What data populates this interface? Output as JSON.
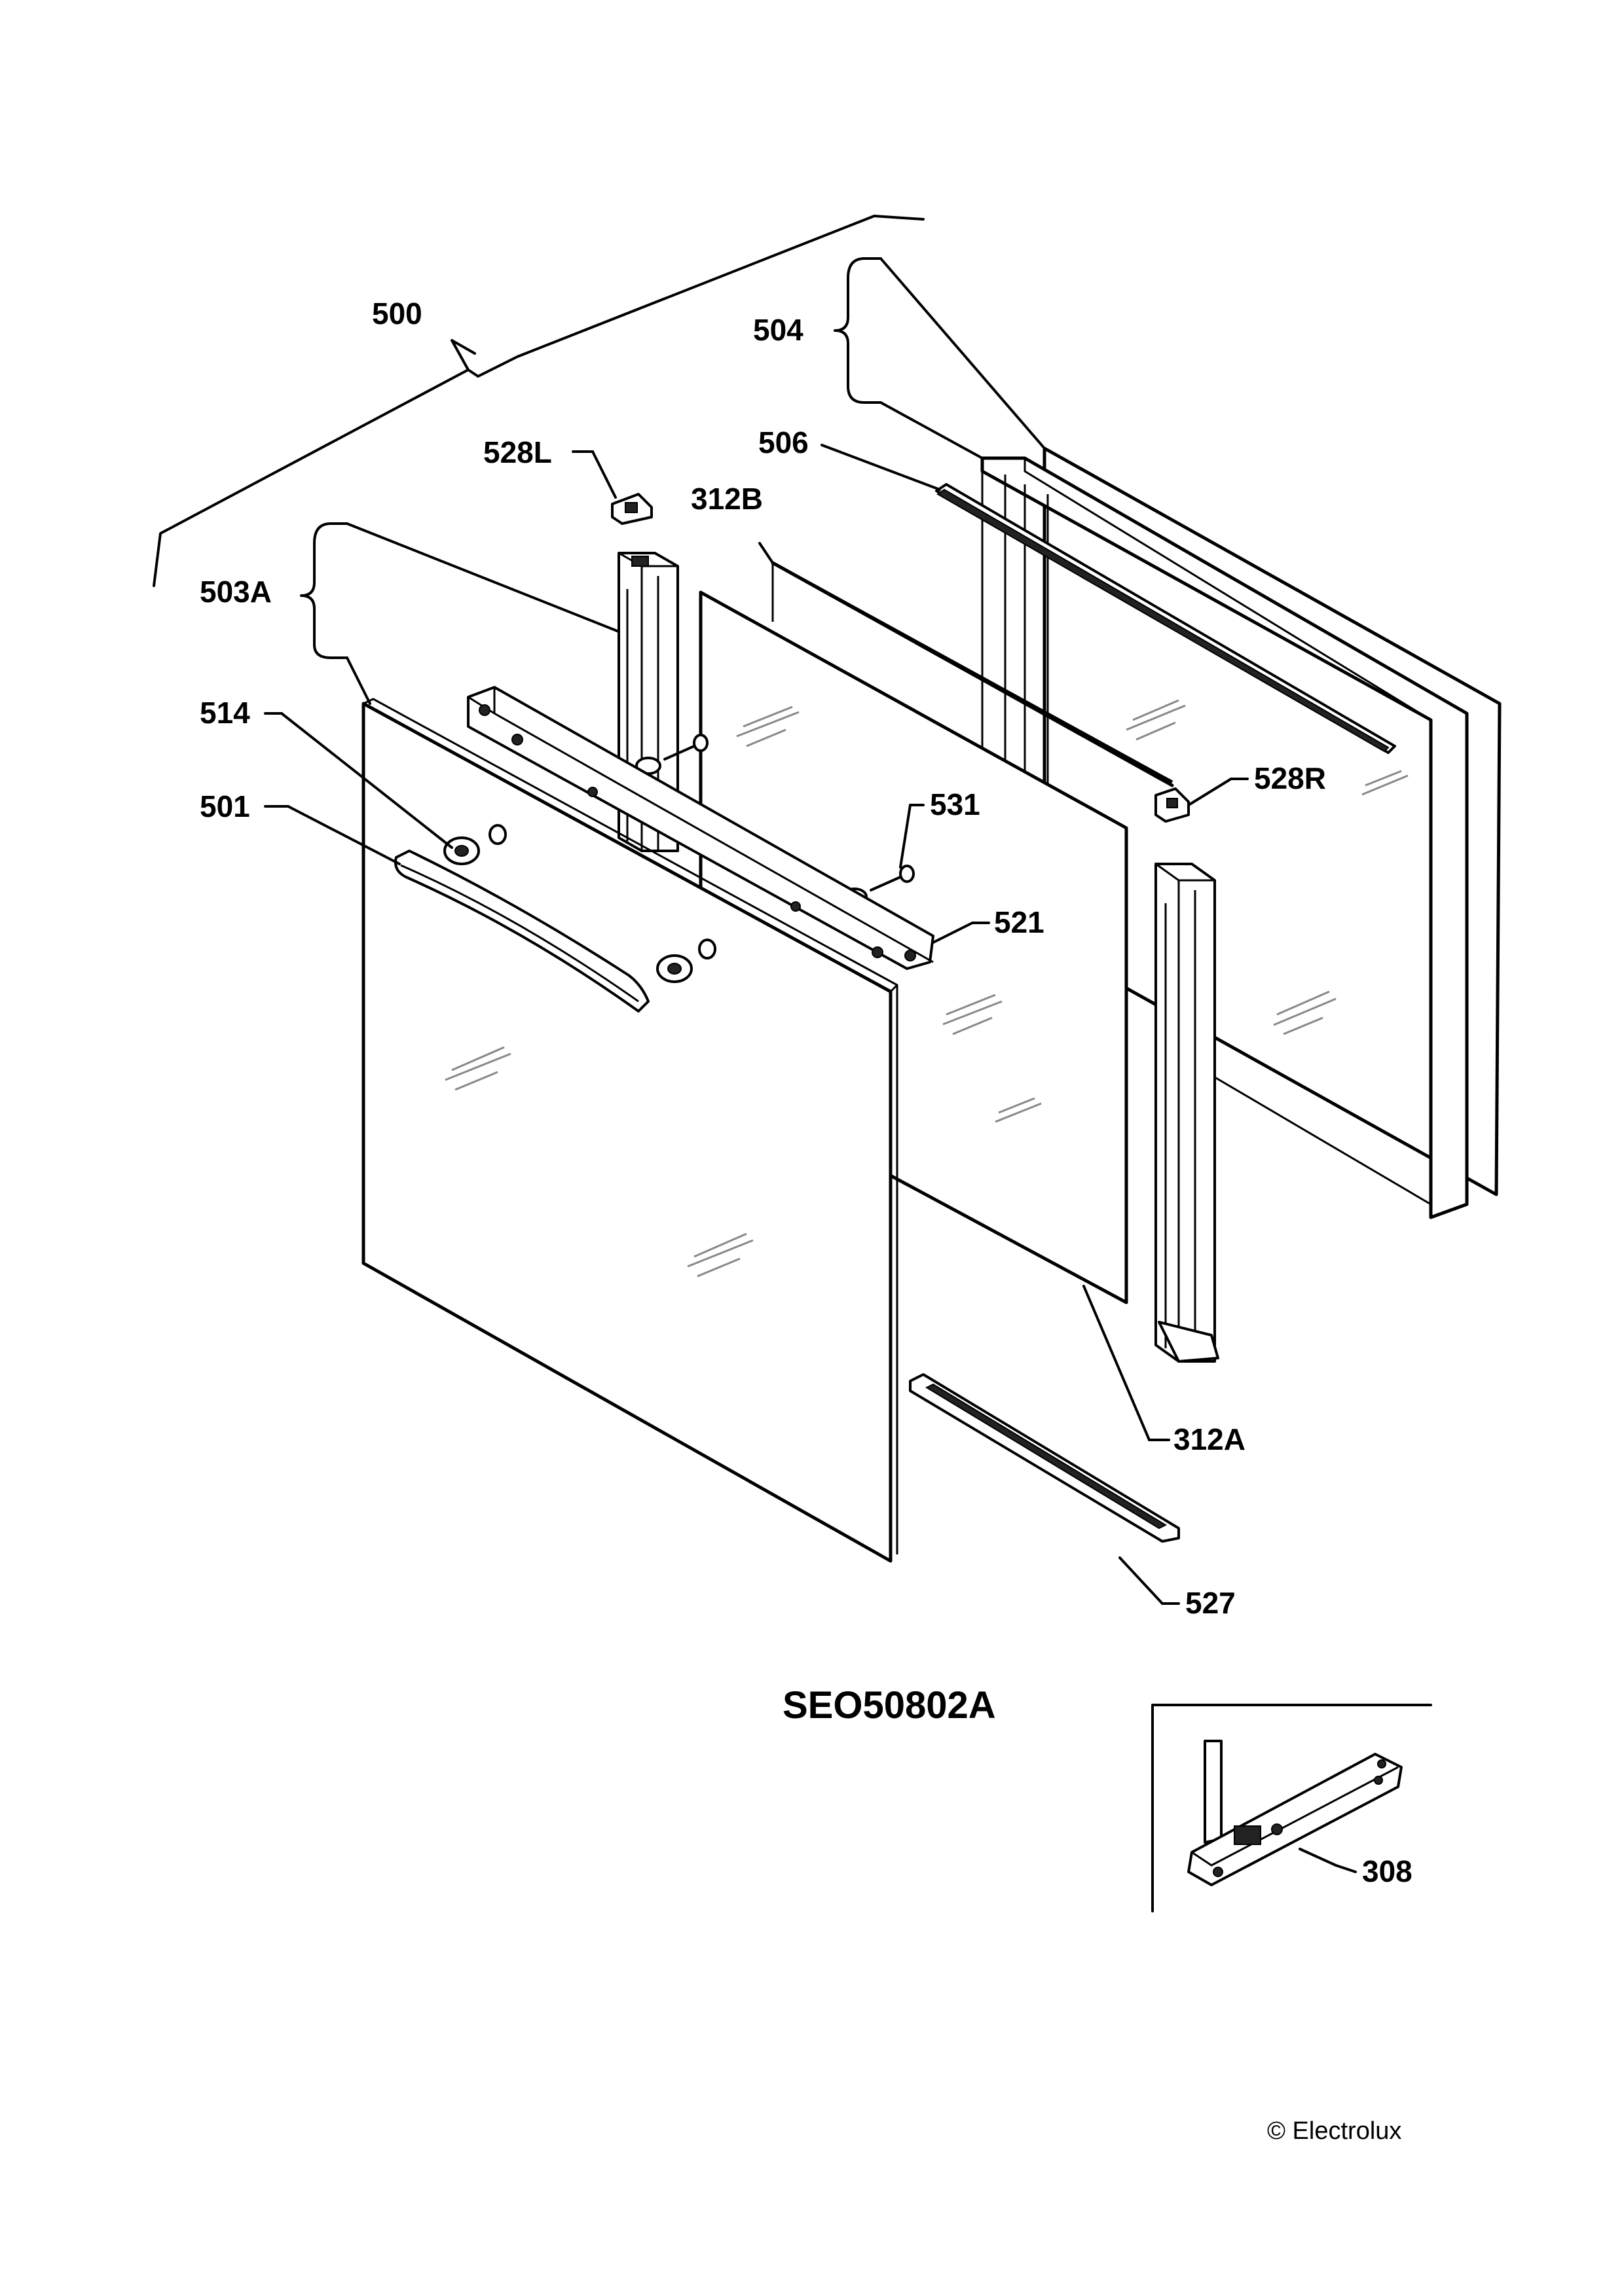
{
  "drawing": {
    "code": "SEO50802A",
    "copyright": "© Electrolux"
  },
  "labels": {
    "l500": "500",
    "l504": "504",
    "l506": "506",
    "l528L": "528L",
    "l312B": "312B",
    "l503A": "503A",
    "l514": "514",
    "l501": "501",
    "l528R": "528R",
    "l531": "531",
    "l521": "521",
    "l312A": "312A",
    "l527": "527",
    "l308": "308"
  }
}
